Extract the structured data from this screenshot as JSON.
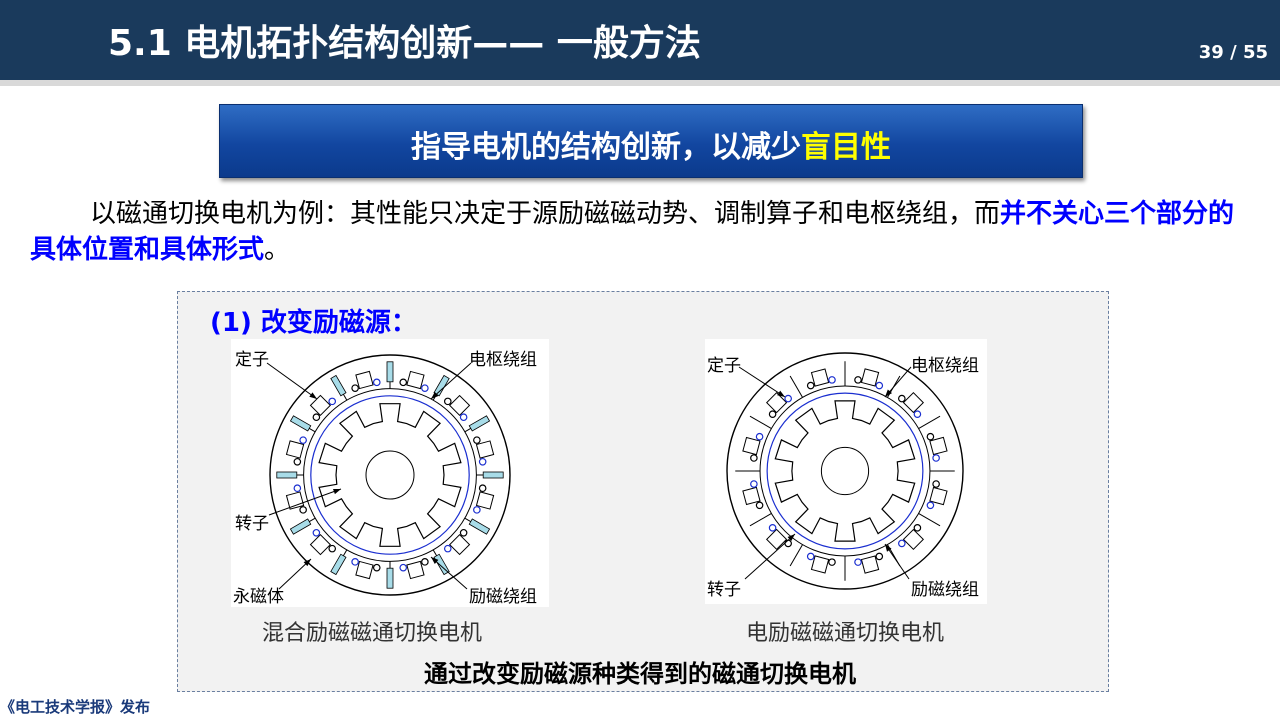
{
  "header": {
    "title": "5.1 电机拓扑结构创新—— 一般方法",
    "page": "39 / 55"
  },
  "banner": {
    "text_main": "指导电机的结构创新，以减少",
    "text_highlight": "盲目性"
  },
  "intro": {
    "text_normal": "以磁通切换电机为例：其性能只决定于源励磁磁动势、调制算子和电枢绕组，而",
    "text_emphasis": "并不关心三个部分的具体位置和具体形式",
    "text_end": "。"
  },
  "figure": {
    "title": "(1) 改变励磁源：",
    "left": {
      "labels": {
        "stator": "定子",
        "armature": "电枢绕组",
        "rotor": "转子",
        "magnet": "永磁体",
        "field": "励磁绕组"
      },
      "caption": "混合励磁磁通切换电机"
    },
    "right": {
      "labels": {
        "stator": "定子",
        "armature": "电枢绕组",
        "rotor": "转子",
        "field": "励磁绕组"
      },
      "caption": "电励磁磁通切换电机"
    },
    "caption": "通过改变励磁源种类得到的磁通切换电机"
  },
  "footer": {
    "text": "《电工技术学报》发布"
  },
  "colors": {
    "header_bg": "#1a3a5c",
    "banner_bg": "#1246a0",
    "highlight": "#ffff00",
    "emphasis": "#0000ff",
    "winding": "#1a2ed0",
    "magnet": "#a8dce8"
  }
}
